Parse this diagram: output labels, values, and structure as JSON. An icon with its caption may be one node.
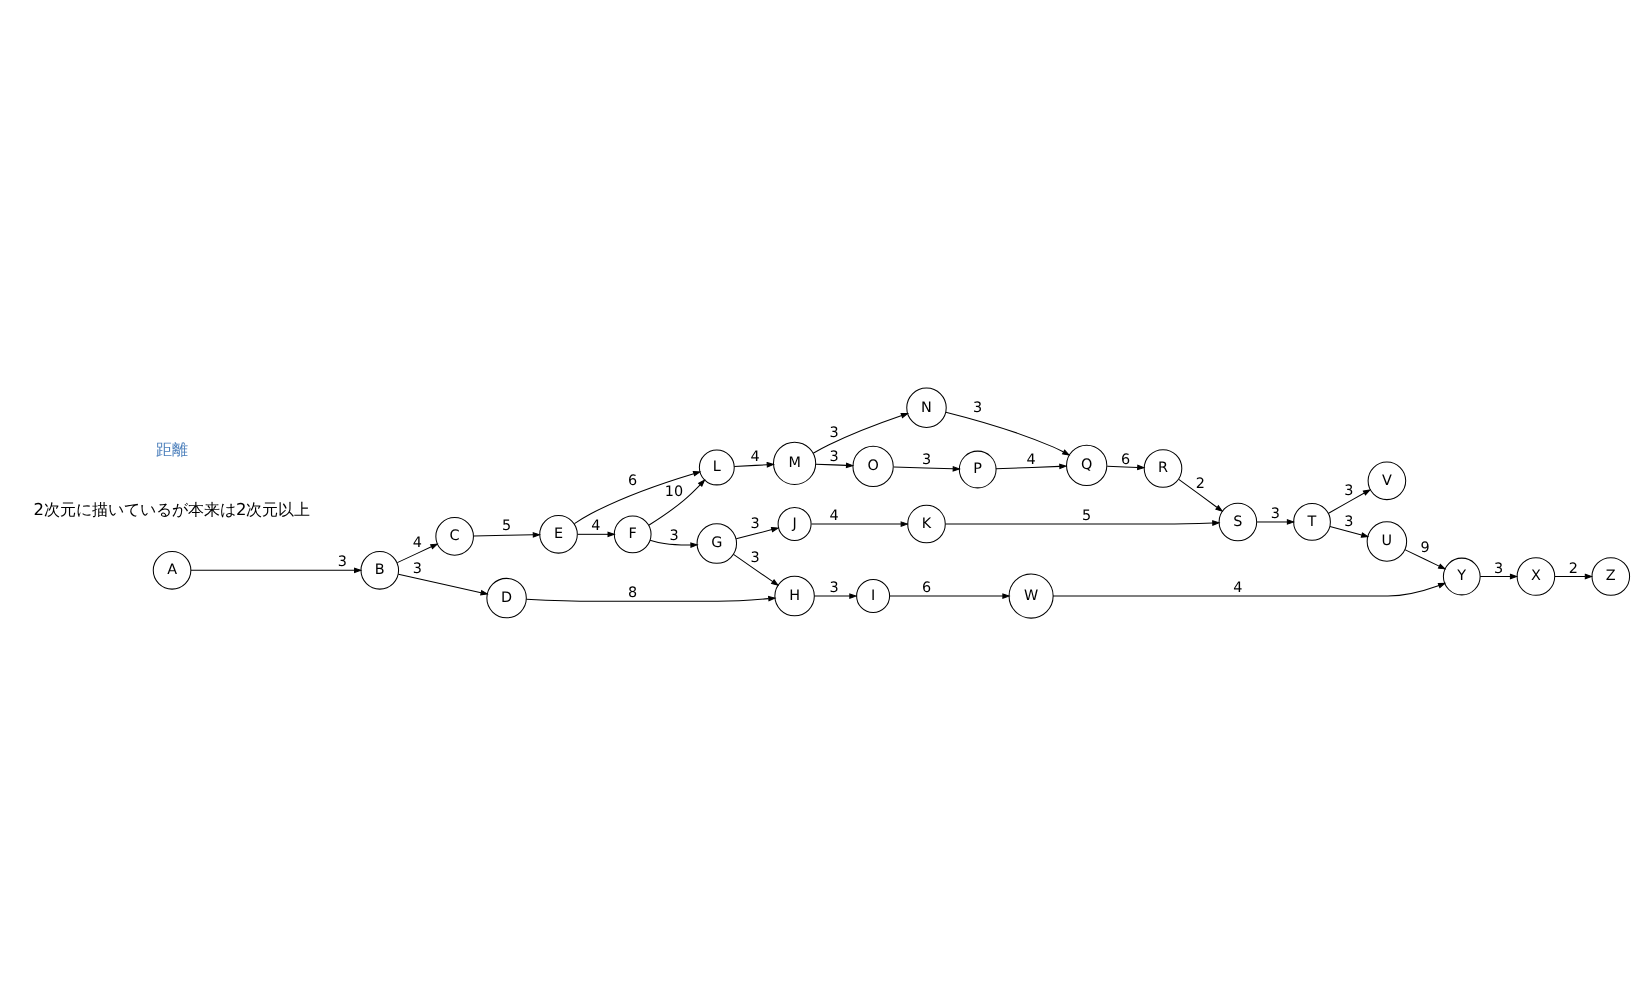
{
  "diagram": {
    "nodes": [
      {
        "text": [
          "A"
        ]
      },
      {
        "text": [
          "B"
        ]
      },
      {
        "text": [
          "C"
        ]
      },
      {
        "text": [
          "D"
        ]
      },
      {
        "text": [
          "E"
        ]
      },
      {
        "text": [
          "F"
        ]
      },
      {
        "text": [
          "G"
        ]
      },
      {
        "text": [
          "H"
        ]
      },
      {
        "text": [
          "I"
        ]
      },
      {
        "text": [
          "J"
        ]
      },
      {
        "text": [
          "K"
        ]
      },
      {
        "text": [
          "L"
        ]
      },
      {
        "text": [
          "M"
        ]
      },
      {
        "text": [
          "N"
        ]
      },
      {
        "text": [
          "O"
        ]
      },
      {
        "text": [
          "P"
        ]
      },
      {
        "text": [
          "Q"
        ]
      },
      {
        "text": [
          "R"
        ]
      },
      {
        "text": [
          "S"
        ]
      },
      {
        "text": [
          "T"
        ]
      },
      {
        "text": [
          "U"
        ]
      },
      {
        "text": [
          "V"
        ]
      },
      {
        "text": [
          "W"
        ]
      },
      {
        "text": [
          "X"
        ]
      },
      {
        "text": [
          "Y"
        ]
      },
      {
        "text": [
          "Z"
        ]
      }
    ],
    "edges": [
      {
        "from": 0,
        "to": 1,
        "arrow": "to",
        "label": "3"
      },
      {
        "from": 1,
        "to": 3,
        "arrow": "to",
        "label": "3"
      },
      {
        "from": 3,
        "to": 7,
        "arrow": "to",
        "label": "8"
      },
      {
        "from": 1,
        "to": 2,
        "arrow": "to",
        "label": "4"
      },
      {
        "from": 2,
        "to": 4,
        "arrow": "to",
        "label": "5"
      },
      {
        "from": 4,
        "to": 5,
        "arrow": "to",
        "label": "4"
      },
      {
        "from": 5,
        "to": 6,
        "arrow": "to",
        "label": "3"
      },
      {
        "from": 6,
        "to": 7,
        "arrow": "to",
        "label": "3"
      },
      {
        "from": 7,
        "to": 8,
        "arrow": "to",
        "label": "3"
      },
      {
        "from": 8,
        "to": 22,
        "arrow": "to",
        "label": "6"
      },
      {
        "from": 22,
        "to": 24,
        "arrow": "to",
        "label": "4"
      },
      {
        "from": 24,
        "to": 23,
        "arrow": "to",
        "label": "3"
      },
      {
        "from": 23,
        "to": 25,
        "arrow": "to",
        "label": "2"
      },
      {
        "from": 6,
        "to": 9,
        "arrow": "to",
        "label": "3"
      },
      {
        "from": 9,
        "to": 10,
        "arrow": "to",
        "label": "4"
      },
      {
        "from": 4,
        "to": 11,
        "arrow": "to",
        "label": "6"
      },
      {
        "from": 5,
        "to": 11,
        "arrow": "to",
        "label": "10"
      },
      {
        "from": 11,
        "to": 12,
        "arrow": "to",
        "label": "4"
      },
      {
        "from": 12,
        "to": 13,
        "arrow": "to",
        "label": "3"
      },
      {
        "from": 12,
        "to": 14,
        "arrow": "to",
        "label": "3"
      },
      {
        "from": 14,
        "to": 15,
        "arrow": "to",
        "label": "3"
      },
      {
        "from": 13,
        "to": 16,
        "arrow": "to",
        "label": "3"
      },
      {
        "from": 15,
        "to": 16,
        "arrow": "to",
        "label": "4"
      },
      {
        "from": 16,
        "to": 17,
        "arrow": "to",
        "label": "6"
      },
      {
        "from": 17,
        "to": 18,
        "arrow": "to",
        "label": "2"
      },
      {
        "from": 10,
        "to": 18,
        "arrow": "to",
        "label": "5"
      },
      {
        "from": 18,
        "to": 19,
        "arrow": "to",
        "label": "3"
      },
      {
        "from": 19,
        "to": 20,
        "arrow": "to",
        "label": "3"
      },
      {
        "from": 19,
        "to": 21,
        "arrow": "to",
        "label": "3"
      },
      {
        "from": 20,
        "to": 24,
        "arrow": "to",
        "label": "9"
      }
    ],
    "labels": [
      "2次元に描いているが本来は2次元以上",
      "距離"
    ]
  }
}
